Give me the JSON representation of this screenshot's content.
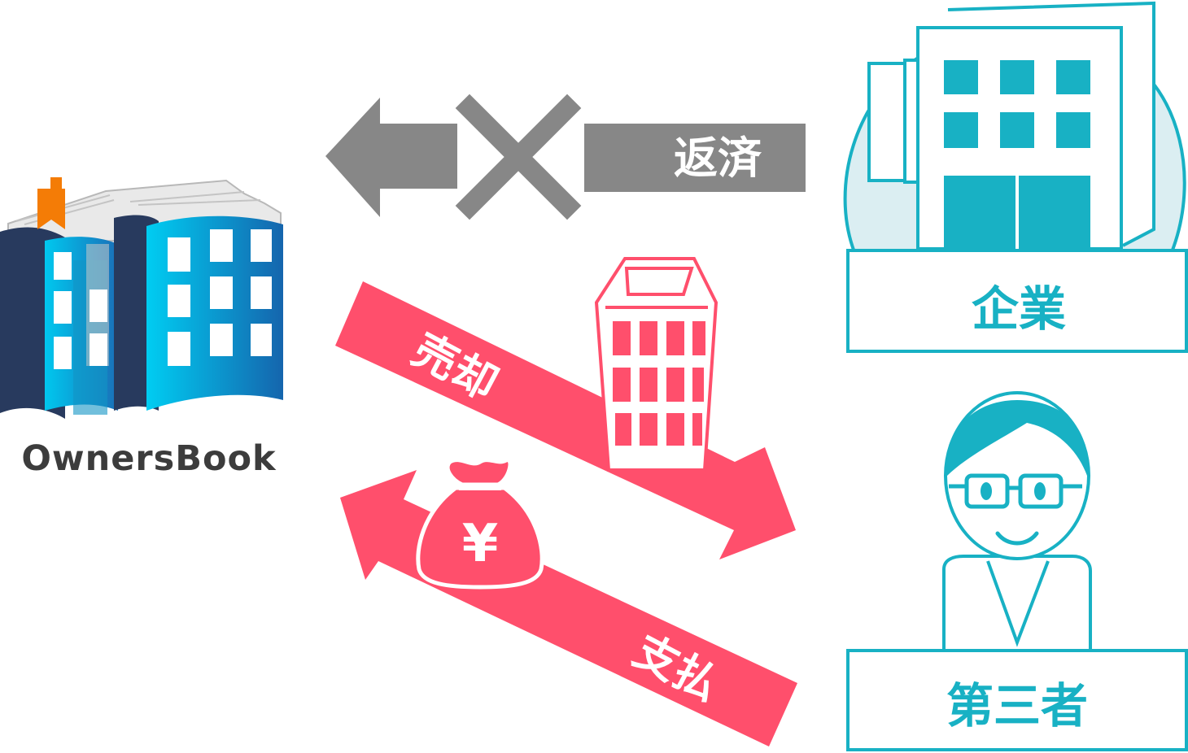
{
  "brand": {
    "name": "OwnersBook"
  },
  "labels": {
    "repayment": "返済",
    "sale": "売却",
    "payment": "支払",
    "company": "企業",
    "third_party": "第三者",
    "yen_symbol": "¥"
  },
  "colors": {
    "gray_arrow": "#878787",
    "pink_arrow": "#ff4f6c",
    "teal": "#18b1c4",
    "teal_light": "#dbeef2",
    "book_navy": "#283a5e",
    "book_blue": "#1f8fd4",
    "book_cyan": "#00c8ef",
    "bookmark": "#f47c06",
    "brand_text": "#3c3c3c"
  }
}
